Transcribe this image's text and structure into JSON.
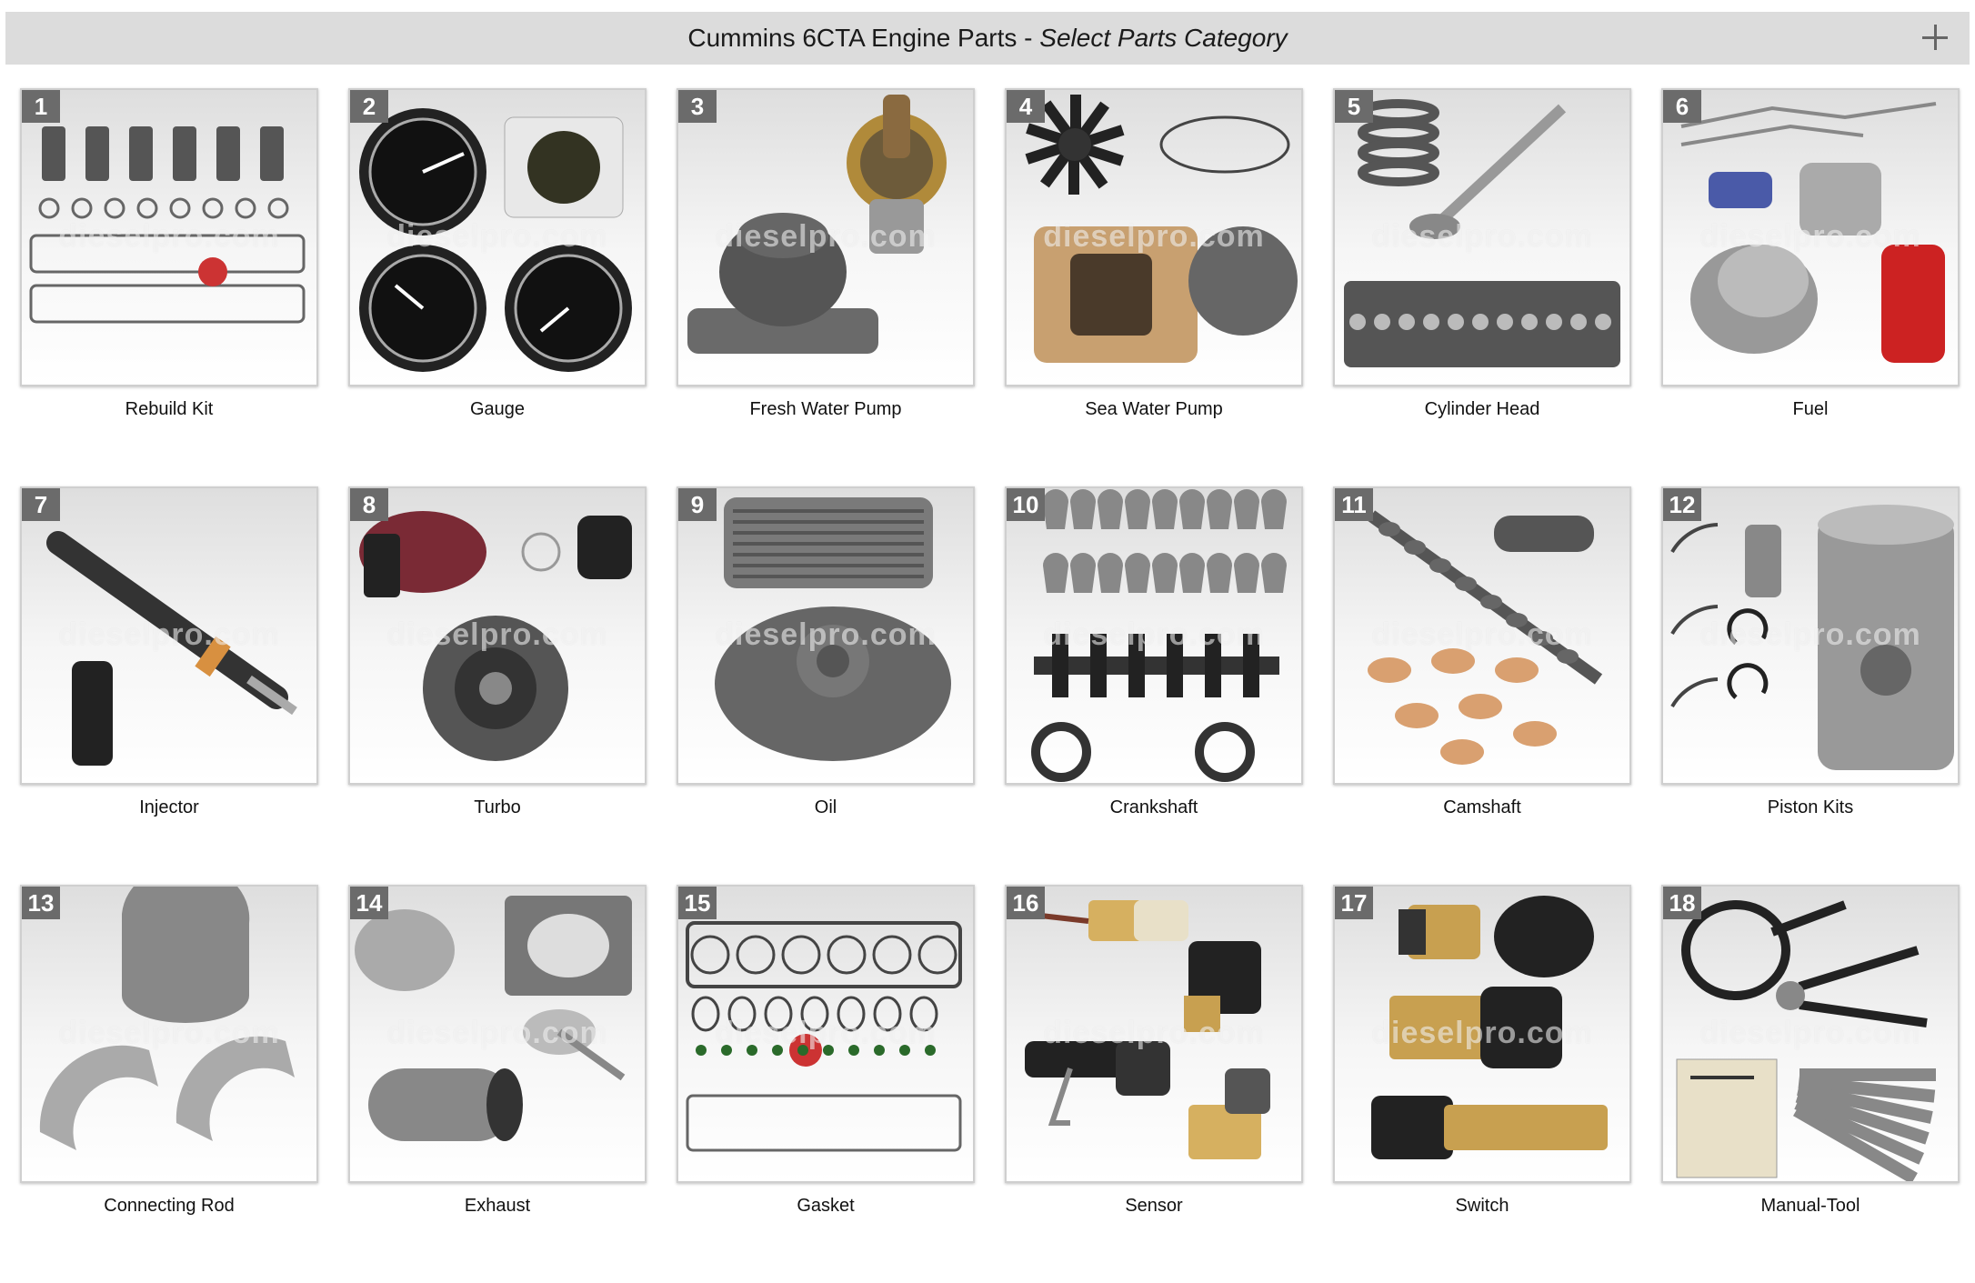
{
  "header": {
    "title": "Cummins 6CTA Engine Parts - ",
    "subtitle": "Select Parts Category"
  },
  "watermark": "dieselpro.com",
  "categories": [
    {
      "number": "1",
      "label": "Rebuild Kit",
      "icon": "rebuild-kit-icon"
    },
    {
      "number": "2",
      "label": "Gauge",
      "icon": "gauge-icon"
    },
    {
      "number": "3",
      "label": "Fresh Water Pump",
      "icon": "fresh-water-pump-icon"
    },
    {
      "number": "4",
      "label": "Sea Water Pump",
      "icon": "sea-water-pump-icon"
    },
    {
      "number": "5",
      "label": "Cylinder Head",
      "icon": "cylinder-head-icon"
    },
    {
      "number": "6",
      "label": "Fuel",
      "icon": "fuel-icon"
    },
    {
      "number": "7",
      "label": "Injector",
      "icon": "injector-icon"
    },
    {
      "number": "8",
      "label": "Turbo",
      "icon": "turbo-icon"
    },
    {
      "number": "9",
      "label": "Oil",
      "icon": "oil-icon"
    },
    {
      "number": "10",
      "label": "Crankshaft",
      "icon": "crankshaft-icon"
    },
    {
      "number": "11",
      "label": "Camshaft",
      "icon": "camshaft-icon"
    },
    {
      "number": "12",
      "label": "Piston Kits",
      "icon": "piston-kits-icon"
    },
    {
      "number": "13",
      "label": "Connecting Rod",
      "icon": "connecting-rod-icon"
    },
    {
      "number": "14",
      "label": "Exhaust",
      "icon": "exhaust-icon"
    },
    {
      "number": "15",
      "label": "Gasket",
      "icon": "gasket-icon"
    },
    {
      "number": "16",
      "label": "Sensor",
      "icon": "sensor-icon"
    },
    {
      "number": "17",
      "label": "Switch",
      "icon": "switch-icon"
    },
    {
      "number": "18",
      "label": "Manual-Tool",
      "icon": "manual-tool-icon"
    }
  ],
  "colors": {
    "header_bg": "#dcdcdc",
    "badge_bg": "#6b6b6b"
  }
}
